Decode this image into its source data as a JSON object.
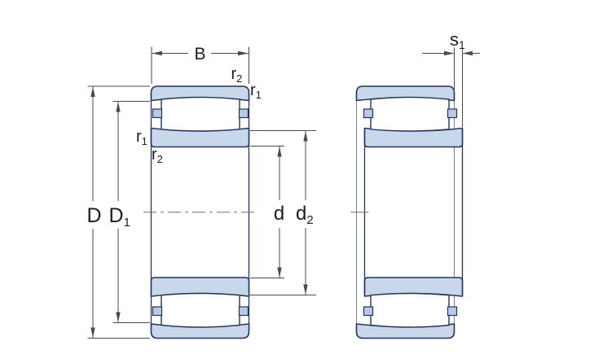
{
  "labels": {
    "B": {
      "main": "B"
    },
    "D": {
      "main": "D"
    },
    "D1": {
      "main": "D",
      "sub": "1"
    },
    "d": {
      "main": "d"
    },
    "d2": {
      "main": "d",
      "sub": "2"
    },
    "r2_top": {
      "main": "r",
      "sub": "2"
    },
    "r1_top": {
      "main": "r",
      "sub": "1"
    },
    "r1_left": {
      "main": "r",
      "sub": "1"
    },
    "r2_left": {
      "main": "r",
      "sub": "2"
    },
    "s1": {
      "main": "s",
      "sub": "1"
    }
  },
  "colors": {
    "ring-fill": "#c9d7ec",
    "cage-fill": "#b9c9e5",
    "outline": "#22365a",
    "dim": "#4a4a4a",
    "text": "#1d1d1d",
    "face-light": "#72809c",
    "background": "#ffffff"
  }
}
